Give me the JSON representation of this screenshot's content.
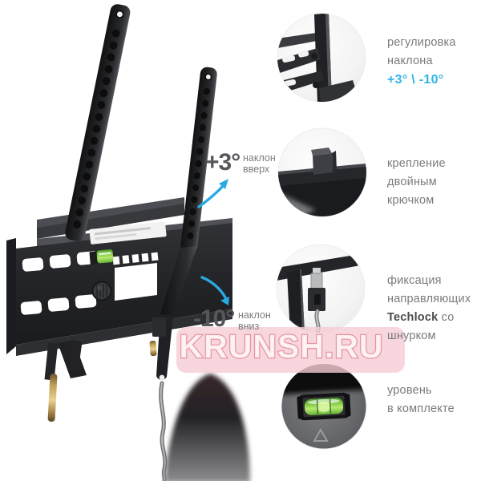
{
  "annotations": {
    "tilt_up": {
      "value": "+3°",
      "label_line1": "наклон",
      "label_line2": "вверх"
    },
    "tilt_down": {
      "value": "-10°",
      "label_line1": "наклон",
      "label_line2": "вниз"
    }
  },
  "callouts": {
    "tilt_adjustment": {
      "line1": "регулировка",
      "line2": "наклона",
      "highlight": "+3° \\ -10°"
    },
    "double_hook": {
      "line1": "крепление",
      "line2": "двойным",
      "line3": "крючком"
    },
    "techlock": {
      "line1": "фиксация",
      "line2": "направляющих",
      "bold_word": "Techlock",
      "after_bold": " со",
      "line4": "шнурком"
    },
    "level": {
      "line1": "уровень",
      "line2": "в комплекте"
    }
  },
  "watermark": {
    "text": "KRUNSH.RU"
  },
  "colors": {
    "accent_cyan": "#2fb3e6",
    "text_gray": "#797b7e",
    "watermark_pink": "#f5cdd4",
    "watermark_red": "#dd5b6b",
    "level_green": "#84cc44"
  }
}
